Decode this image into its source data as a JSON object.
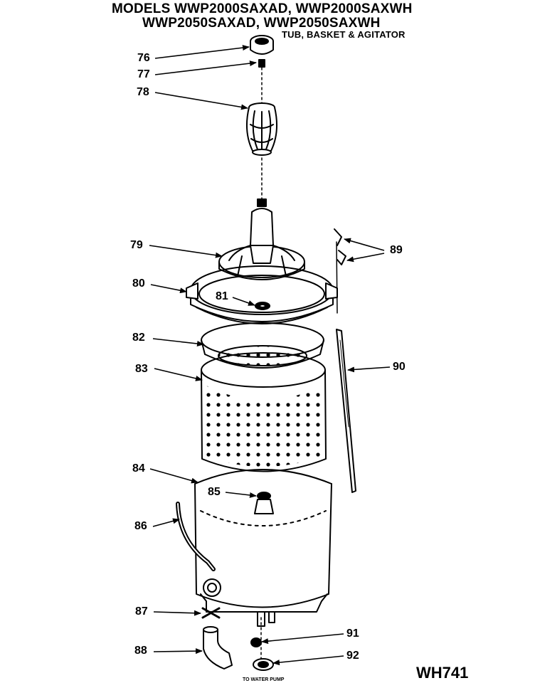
{
  "header": {
    "line1": "MODELS WWP2000SAXAD, WWP2000SAXWH",
    "line2": "WWP2050SAXAD, WWP2050SAXWH",
    "section": "TUB, BASKET & AGITATOR"
  },
  "drawing_code": "WH741",
  "footnote": "TO WATER PUMP",
  "part_labels": [
    "76",
    "77",
    "78",
    "79",
    "80",
    "81",
    "82",
    "83",
    "84",
    "85",
    "86",
    "87",
    "88",
    "89",
    "90",
    "91",
    "92"
  ]
}
